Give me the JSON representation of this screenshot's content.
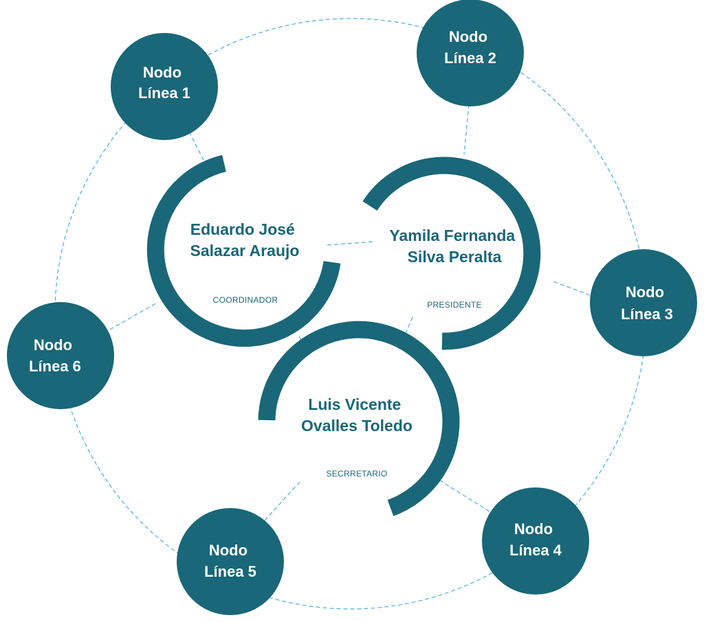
{
  "colors": {
    "node_fill": "#196778",
    "text_dark": "#196778",
    "dashed_line": "#4aaed9",
    "background": "#ffffff"
  },
  "nodes": [
    {
      "line1": "Nodo",
      "line2": "Línea 1"
    },
    {
      "line1": "Nodo",
      "line2": "Línea 2"
    },
    {
      "line1": "Nodo",
      "line2": "Línea 3"
    },
    {
      "line1": "Nodo",
      "line2": "Línea 4"
    },
    {
      "line1": "Nodo",
      "line2": "Línea 5"
    },
    {
      "line1": "Nodo",
      "line2": "Línea 6"
    }
  ],
  "people": [
    {
      "name_line1": "Eduardo José",
      "name_line2": "Salazar Araujo",
      "role": "COORDINADOR"
    },
    {
      "name_line1": "Yamila Fernanda",
      "name_line2": "Silva Peralta",
      "role": "PRESIDENTE"
    },
    {
      "name_line1": "Luis Vicente",
      "name_line2": "Ovalles Toledo",
      "role": "SECRRETARIO"
    }
  ]
}
